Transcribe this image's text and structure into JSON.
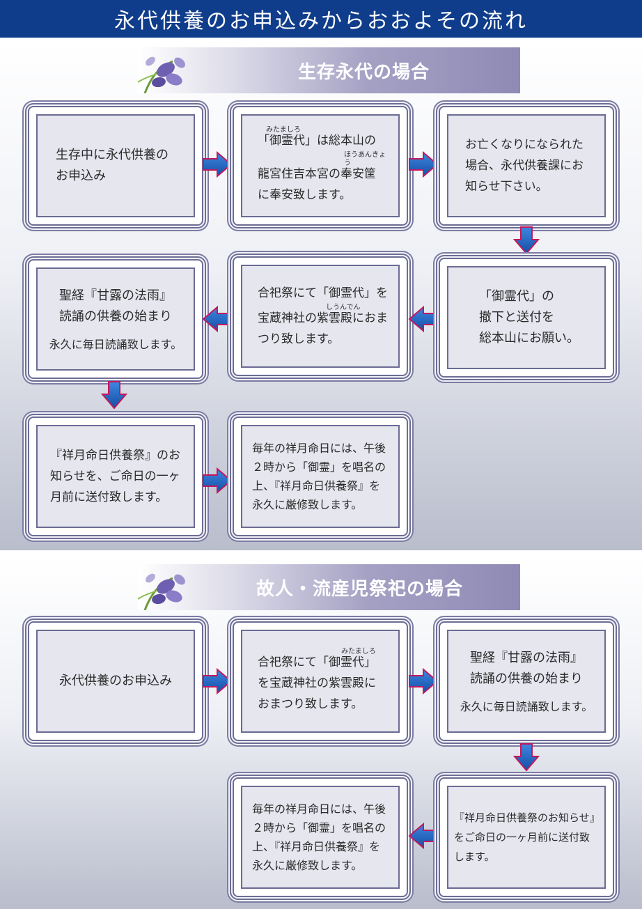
{
  "header": {
    "title": "永代供養のお申込みからおおよその流れ"
  },
  "section1": {
    "heading": "生存永代の場合",
    "boxes": {
      "b1": {
        "lines": [
          "生存中に永代供養の",
          "お申込み"
        ]
      },
      "b2": {
        "ruby1": "みたましろ",
        "line1": "「御霊代」は総本山の",
        "ruby2": "ほうあんきょう",
        "line2": "龍宮住吉本宮の奉安筐",
        "line3": "に奉安致します。"
      },
      "b3": {
        "lines": [
          "お亡くなりになられた",
          "場合、永代供養課にお",
          "知らせ下さい。"
        ]
      },
      "b4": {
        "lines": [
          "「御霊代」の",
          "撤下と送付を",
          "総本山にお願い。"
        ]
      },
      "b5": {
        "line1": "合祀祭にて「御霊代」を",
        "ruby": "しうんでん",
        "line2": "宝蔵神社の紫雲殿におま",
        "line3": "つり致します。"
      },
      "b6": {
        "line1": "聖経『甘露の法雨』",
        "line2": "読誦の供養の始まり",
        "note": "永久に毎日読誦致します。"
      },
      "b7": {
        "lines": [
          "『祥月命日供養祭』のお",
          "知らせを、ご命日の一ヶ",
          "月前に送付致します。"
        ]
      },
      "b8": {
        "lines": [
          "毎年の祥月命日には、午後",
          "２時から「御霊」を唱名の",
          "上、『祥月命日供養祭』を",
          "永久に厳修致します。"
        ]
      }
    }
  },
  "section2": {
    "heading": "故人・流産児祭祀の場合",
    "boxes": {
      "b1": {
        "lines": [
          "永代供養のお申込み"
        ]
      },
      "b2": {
        "ruby": "みたましろ",
        "line1": "合祀祭にて「御霊代」",
        "line2": "を宝蔵神社の紫雲殿に",
        "line3": "おまつり致します。"
      },
      "b3": {
        "line1": "聖経『甘露の法雨』",
        "line2": "読誦の供養の始まり",
        "note": "永久に毎日読誦致します。"
      },
      "b4": {
        "lines": [
          "『祥月命日供養祭のお知らせ』",
          "をご命日の一ヶ月前に送付致",
          "します。"
        ]
      },
      "b5": {
        "lines": [
          "毎年の祥月命日には、午後",
          "２時から「御霊」を唱名の",
          "上、『祥月命日供養祭』を",
          "永久に厳修致します。"
        ]
      }
    }
  },
  "colors": {
    "title_bg": "#0f3d8c",
    "arrow_fill": "#1f5fbf",
    "arrow_stroke": "#c2185b",
    "banner_text": "#ffffff"
  }
}
